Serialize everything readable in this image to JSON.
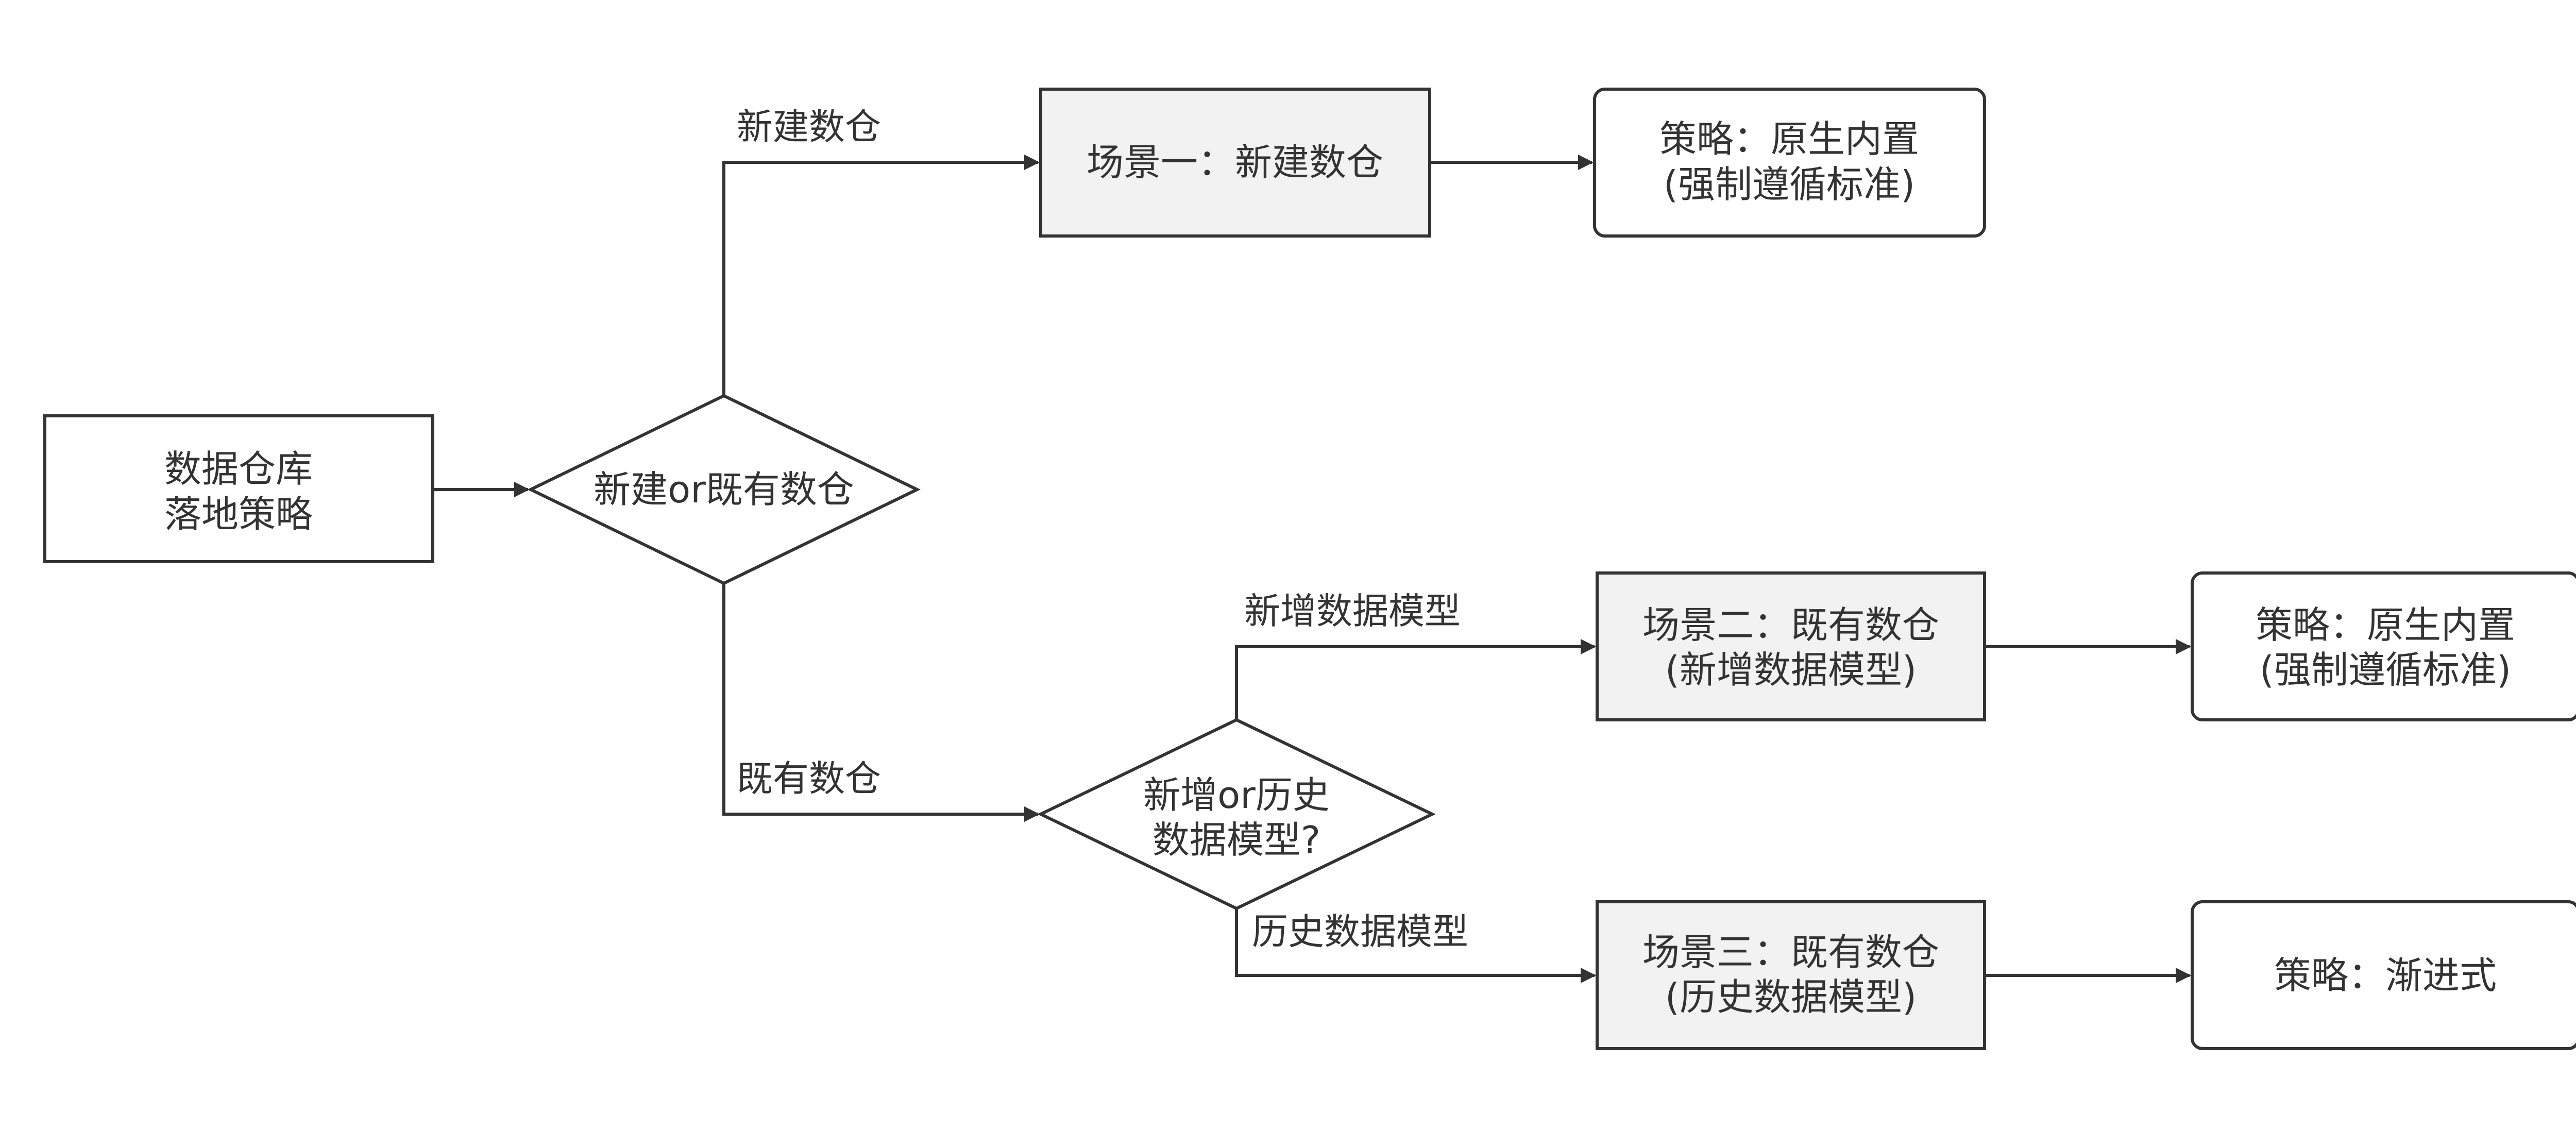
{
  "nodes": {
    "start": {
      "line1": "数据仓库",
      "line2": "落地策略"
    },
    "decision1": {
      "text": "新建or既有数仓"
    },
    "scenario1": {
      "text": "场景一：新建数仓"
    },
    "strategy1": {
      "line1": "策略：原生内置",
      "line2": "(强制遵循标准)"
    },
    "decision2": {
      "line1": "新增or历史",
      "line2": "数据模型?"
    },
    "scenario2": {
      "line1": "场景二：既有数仓",
      "line2": "(新增数据模型)"
    },
    "strategy2": {
      "line1": "策略：原生内置",
      "line2": "(强制遵循标准)"
    },
    "scenario3": {
      "line1": "场景三：既有数仓",
      "line2": "(历史数据模型)"
    },
    "strategy3": {
      "text": "策略：渐进式"
    }
  },
  "edges": {
    "new_dw": "新建数仓",
    "existing_dw": "既有数仓",
    "new_model": "新增数据模型",
    "history_model": "历史数据模型"
  },
  "colors": {
    "stroke": "#333333",
    "scenario_fill": "#f2f2f2",
    "box_fill": "#ffffff",
    "text": "#333333"
  }
}
